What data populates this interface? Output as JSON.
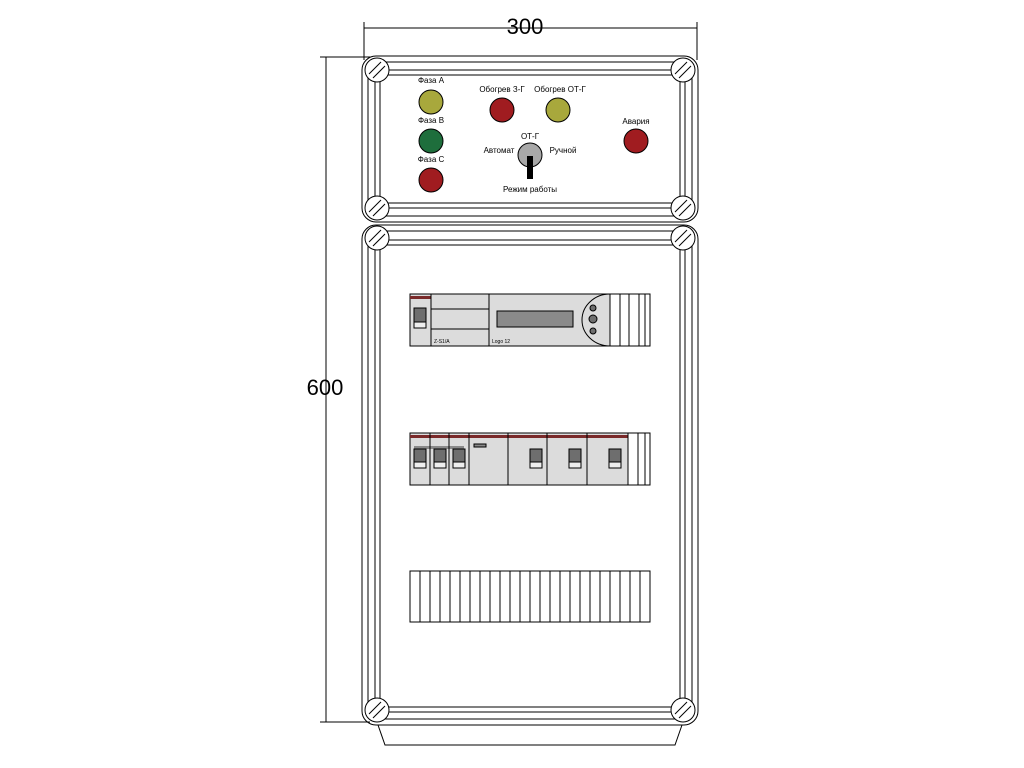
{
  "dimensions": {
    "width_label": "300",
    "height_label": "600"
  },
  "top_panel": {
    "lamps": [
      {
        "label": "Фаза А",
        "color": "#a8a83c"
      },
      {
        "label": "Фаза В",
        "color": "#1e6e3c"
      },
      {
        "label": "Фаза С",
        "color": "#a01c20"
      },
      {
        "label": "Обогрев З-Г",
        "color": "#a01c20"
      },
      {
        "label": "Обогрев ОТ-Г",
        "color": "#a8a83c"
      },
      {
        "label": "Авария",
        "color": "#a01c20"
      }
    ],
    "switch": {
      "title": "ОТ-Г",
      "left": "Автомат",
      "right": "Ручной",
      "caption": "Режим работы"
    }
  },
  "modules": {
    "row1_labels": [
      "Z-S1/A",
      "Logo 12"
    ]
  },
  "colors": {
    "line": "#000000",
    "module": "#dcdcdc",
    "dark": "#6e6e6e",
    "stripe": "#7a2a2a"
  }
}
